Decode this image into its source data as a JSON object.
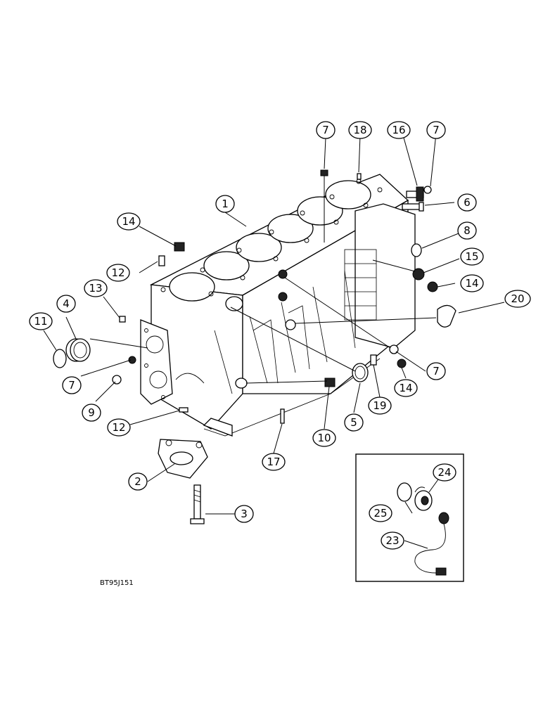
{
  "figure": {
    "code": "BT95J151",
    "callouts": [
      {
        "n": "1"
      },
      {
        "n": "2"
      },
      {
        "n": "3"
      },
      {
        "n": "4"
      },
      {
        "n": "5"
      },
      {
        "n": "6"
      },
      {
        "n": "7"
      },
      {
        "n": "7"
      },
      {
        "n": "7"
      },
      {
        "n": "7"
      },
      {
        "n": "7"
      },
      {
        "n": "8"
      },
      {
        "n": "9"
      },
      {
        "n": "10"
      },
      {
        "n": "11"
      },
      {
        "n": "12"
      },
      {
        "n": "12"
      },
      {
        "n": "13"
      },
      {
        "n": "14"
      },
      {
        "n": "14"
      },
      {
        "n": "14"
      },
      {
        "n": "15"
      },
      {
        "n": "16"
      },
      {
        "n": "17"
      },
      {
        "n": "18"
      },
      {
        "n": "19"
      },
      {
        "n": "20"
      },
      {
        "n": "23"
      },
      {
        "n": "24"
      },
      {
        "n": "25"
      }
    ]
  }
}
